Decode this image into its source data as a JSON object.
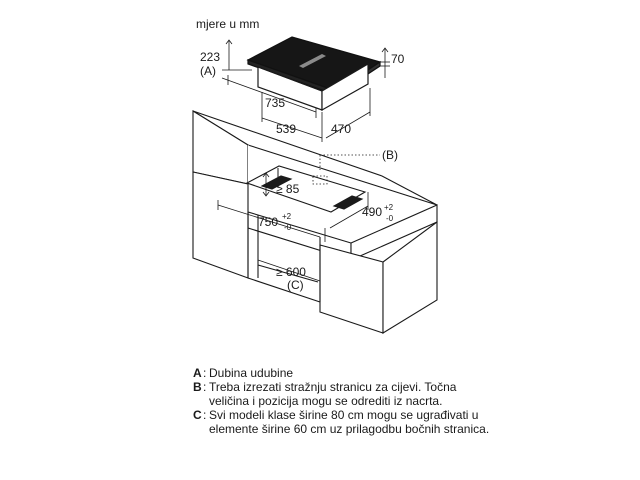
{
  "units_label": "mjere u mm",
  "dimensions": {
    "d223": "223",
    "d70": "70",
    "d735": "735",
    "d539": "539",
    "d470": "470",
    "d85": "≥ 85",
    "d750": "750",
    "d750_sup": "+2",
    "d750_sub": "-0",
    "d490": "490",
    "d490_sup": "+2",
    "d490_sub": "-0",
    "d600": "≥ 600"
  },
  "markers": {
    "A": "(A)",
    "B": "(B)",
    "C": "(C)"
  },
  "legend": [
    {
      "key": "A",
      "text": "Dubina udubine"
    },
    {
      "key": "B",
      "text": "Treba izrezati stražnju stranicu za cijevi. Točna veličina i pozicija mogu se odrediti iz nacrta."
    },
    {
      "key": "C",
      "text": "Svi modeli klase širine 80 cm mogu se ugrađivati u elemente širine 60 cm uz prilagodbu bočnih stranica."
    }
  ]
}
